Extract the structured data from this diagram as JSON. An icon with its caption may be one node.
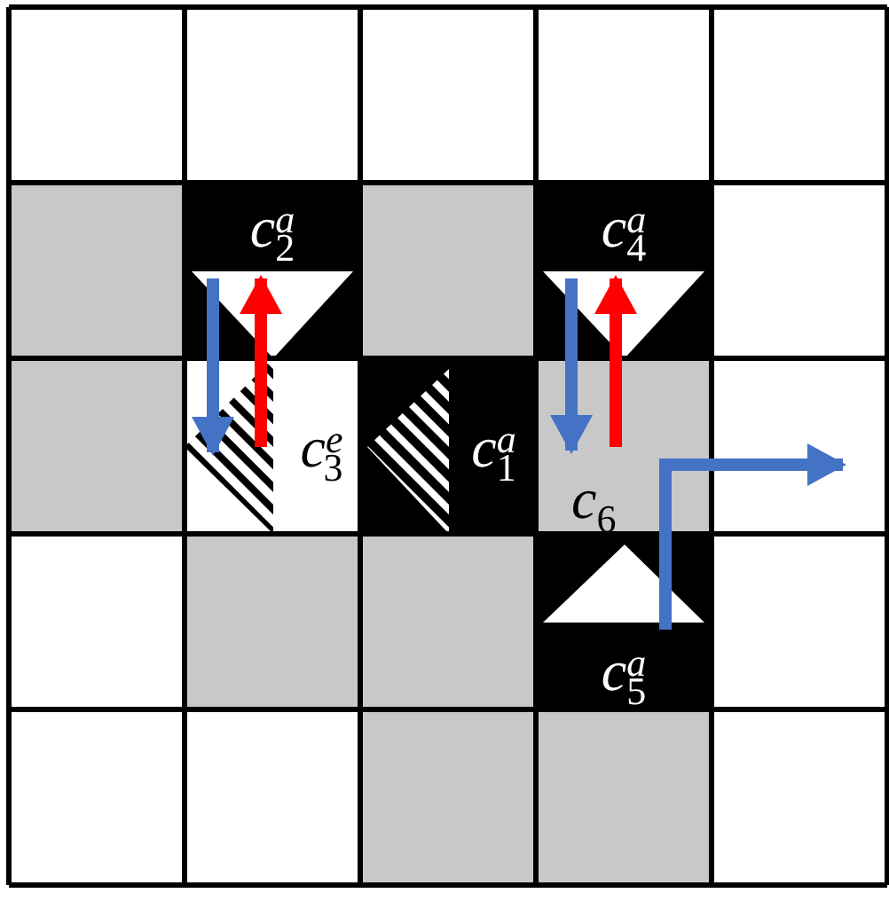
{
  "diagram": {
    "nodes": [
      {
        "text": [
          "*c*$^{a}$$_{2}$"
        ]
      },
      {
        "text": [
          "*c*$^{a}$$_{4}$"
        ]
      },
      {
        "text": [
          "*c*$^{e}$$_{3}$"
        ]
      },
      {
        "text": [
          "*c*$^{a}$$_{1}$"
        ]
      },
      {
        "text": [
          "*c*$_{6}$"
        ]
      },
      {
        "text": [
          "*c*$^{a}$$_{5}$"
        ]
      }
    ],
    "edges": [
      {
        "from": 0,
        "to": 2,
        "arrow": "to"
      },
      {
        "from": 2,
        "to": 0,
        "arrow": "to",
        "color": "#ff0000"
      },
      {
        "from": 1,
        "to": 4,
        "arrow": "to"
      },
      {
        "from": 4,
        "to": 1,
        "arrow": "to",
        "color": "#ff0000"
      },
      {
        "from": 5,
        "to": null,
        "arrow": "to"
      }
    ]
  }
}
